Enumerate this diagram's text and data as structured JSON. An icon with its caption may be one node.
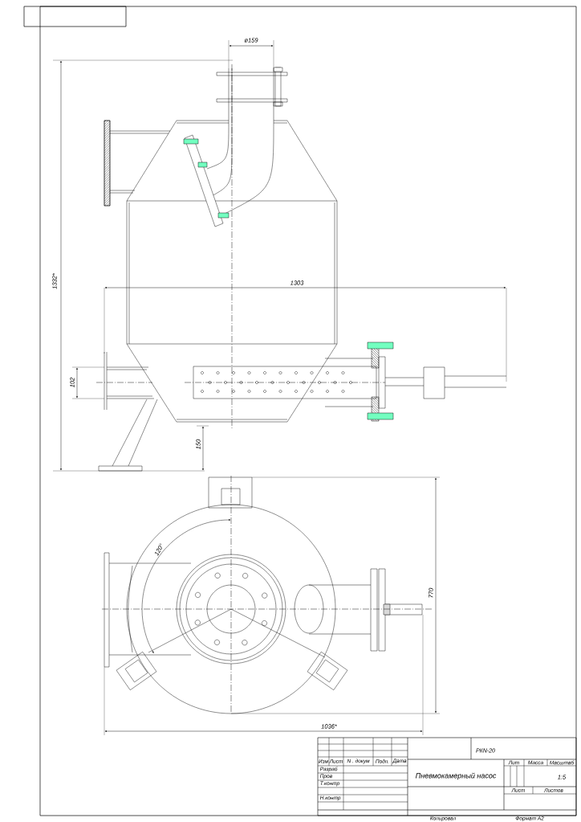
{
  "diagram": {
    "title": "Пневмокамерный насос",
    "labels": [
      "ø159",
      "1332*",
      "1303",
      "102",
      "150",
      "120°",
      "770",
      "1036*",
      "РКN-20",
      "Изм",
      "Лист",
      "N . докум",
      "Подп.",
      "Дата",
      "Лит",
      "Масса",
      "Масштаб",
      "Разраб",
      "Пров",
      "1:5",
      "Т.контр",
      "Лист",
      "Листов",
      "Н.контр",
      "Копировал",
      "Формат А2"
    ]
  }
}
